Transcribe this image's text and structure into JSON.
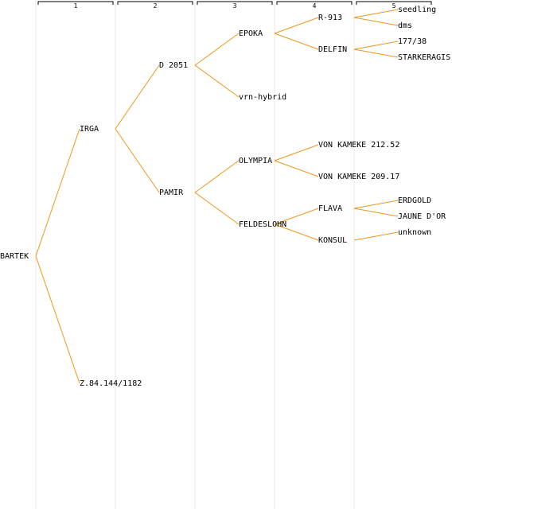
{
  "colors": {
    "edge": "#f0961e",
    "column_line": "#e9e9e9",
    "text": "#000000",
    "background": "#ffffff"
  },
  "generations": [
    "1",
    "2",
    "3",
    "4",
    "5"
  ],
  "pedigree": {
    "root": "BARTEK",
    "nodes": [
      {
        "id": "bartek",
        "label": "BARTEK",
        "gen": 0
      },
      {
        "id": "irga",
        "label": "IRGA",
        "gen": 1,
        "parent": "bartek"
      },
      {
        "id": "z84",
        "label": "Z.84.144/1182",
        "gen": 1,
        "parent": "bartek"
      },
      {
        "id": "d2051",
        "label": "D 2051",
        "gen": 2,
        "parent": "irga"
      },
      {
        "id": "pamir",
        "label": "PAMIR",
        "gen": 2,
        "parent": "irga"
      },
      {
        "id": "epoka",
        "label": "EPOKA",
        "gen": 3,
        "parent": "d2051"
      },
      {
        "id": "vrn",
        "label": "vrn-hybrid",
        "gen": 3,
        "parent": "d2051"
      },
      {
        "id": "olympia",
        "label": "OLYMPIA",
        "gen": 3,
        "parent": "pamir"
      },
      {
        "id": "feldeslohn",
        "label": "FELDESLOHN",
        "gen": 3,
        "parent": "pamir"
      },
      {
        "id": "r913",
        "label": "R-913",
        "gen": 4,
        "parent": "epoka"
      },
      {
        "id": "delfin",
        "label": "DELFIN",
        "gen": 4,
        "parent": "epoka"
      },
      {
        "id": "vk21252",
        "label": "VON KAMEKE 212.52",
        "gen": 4,
        "parent": "olympia"
      },
      {
        "id": "vk20917",
        "label": "VON KAMEKE 209.17",
        "gen": 4,
        "parent": "olympia"
      },
      {
        "id": "flava",
        "label": "FLAVA",
        "gen": 4,
        "parent": "feldeslohn"
      },
      {
        "id": "konsul",
        "label": "KONSUL",
        "gen": 4,
        "parent": "feldeslohn"
      },
      {
        "id": "seedling",
        "label": "seedling",
        "gen": 5,
        "parent": "r913"
      },
      {
        "id": "dms",
        "label": "dms",
        "gen": 5,
        "parent": "r913"
      },
      {
        "id": "n17738",
        "label": "177/38",
        "gen": 5,
        "parent": "delfin"
      },
      {
        "id": "starkeragis",
        "label": "STARKERAGIS",
        "gen": 5,
        "parent": "delfin"
      },
      {
        "id": "erdgold",
        "label": "ERDGOLD",
        "gen": 5,
        "parent": "flava"
      },
      {
        "id": "jaune",
        "label": "JAUNE D'OR",
        "gen": 5,
        "parent": "flava"
      },
      {
        "id": "unknown",
        "label": "unknown",
        "gen": 5,
        "parent": "konsul"
      }
    ]
  }
}
